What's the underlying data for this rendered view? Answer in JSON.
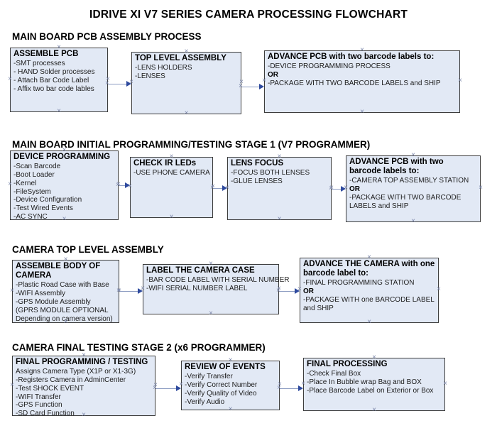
{
  "title": "IDRIVE XI V7 SERIES CAMERA PROCESSING FLOWCHART",
  "colors": {
    "box_fill": "#e2e9f5",
    "box_border": "#3d3d3d",
    "arrow_line": "#8c9cc2",
    "arrow_head": "#2e4a9e",
    "connection_marker": "#7d88ab"
  },
  "icons": {
    "connection_point": "×",
    "arrow_head": "right-triangle"
  },
  "sections": [
    {
      "header": "MAIN BOARD PCB ASSEMBLY PROCESS",
      "boxes": [
        {
          "title": "ASSEMBLE PCB",
          "lines": [
            "-SMT processes",
            "- HAND Solder processes",
            "- Attach Bar Code Label",
            "- Affix two bar code lables"
          ]
        },
        {
          "title": "TOP LEVEL ASSEMBLY",
          "lines": [
            "-LENS HOLDERS",
            "-LENSES"
          ]
        },
        {
          "title": "ADVANCE PCB with two barcode labels to:",
          "lines": [
            "-DEVICE PROGRAMMING PROCESS",
            "OR",
            "-PACKAGE WITH TWO BARCODE LABELS and SHIP"
          ]
        }
      ],
      "connections": [
        "box0->box1",
        "box1->box2"
      ]
    },
    {
      "header": "MAIN BOARD INITIAL PROGRAMMING/TESTING STAGE 1 (V7 PROGRAMMER)",
      "boxes": [
        {
          "title": "DEVICE PROGRAMMING",
          "lines": [
            "-Scan Barcode",
            "-Boot Loader",
            "-Kernel",
            "-FileSystem",
            "-Device Configuration",
            "-Test Wired Events",
            "-AC SYNC"
          ]
        },
        {
          "title": "CHECK IR LEDs",
          "lines": [
            "-USE PHONE CAMERA"
          ]
        },
        {
          "title": "LENS FOCUS",
          "lines": [
            "-FOCUS BOTH LENSES",
            "-GLUE LENSES"
          ]
        },
        {
          "title": "ADVANCE PCB with two barcode labels to:",
          "lines": [
            "-CAMERA TOP ASSEMBLY STATION",
            "OR",
            "-PACKAGE WITH TWO BARCODE LABELS and SHIP"
          ]
        }
      ],
      "connections": [
        "box0->box1",
        "box1->box2",
        "box2->box3"
      ]
    },
    {
      "header": "CAMERA TOP LEVEL ASSEMBLY",
      "boxes": [
        {
          "title": "ASSEMBLE BODY OF CAMERA",
          "lines": [
            "-Plastic Road Case with Base",
            "-WIFI Assembly",
            "-GPS Module Assembly",
            "(GPRS MODULE OPTIONAL",
            "Depending on camera version)"
          ]
        },
        {
          "title": "LABEL THE CAMERA CASE",
          "lines": [
            "-BAR CODE LABEL WITH SERIAL NUMBER",
            "-WIFI SERIAL NUMBER LABEL"
          ]
        },
        {
          "title": "ADVANCE THE CAMERA with one barcode label to:",
          "lines": [
            "-FINAL PROGRAMMING STATION",
            "OR",
            "-PACKAGE WITH one BARCODE LABEL and SHIP"
          ]
        }
      ],
      "connections": [
        "box0->box1",
        "box1->box2"
      ]
    },
    {
      "header": "CAMERA FINAL TESTING STAGE 2 (x6 PROGRAMMER)",
      "boxes": [
        {
          "title": "FINAL PROGRAMMING / TESTING",
          "lines": [
            "Assigns Camera Type (X1P or X1-3G)",
            "-Registers Camera in AdminCenter",
            "-Test SHOCK EVENT",
            "-WIFI Transfer",
            "-GPS Function",
            "-SD Card Function"
          ]
        },
        {
          "title": "REVIEW OF EVENTS",
          "lines": [
            "-Verify Transfer",
            "-Verify Correct Number",
            "-Verify Quality of Video",
            "-Verify Audio"
          ]
        },
        {
          "title": "FINAL PROCESSING",
          "lines": [
            " -Check Final Box",
            "-Place In Bubble wrap Bag and BOX",
            "-Place Barcode Label on Exterior or Box"
          ]
        }
      ],
      "connections": [
        "box0->box1",
        "box1->box2"
      ]
    }
  ]
}
